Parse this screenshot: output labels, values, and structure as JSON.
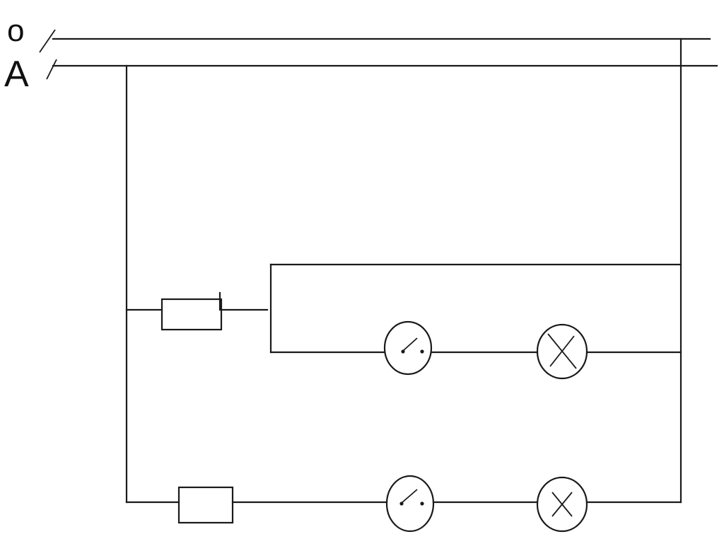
{
  "labels": {
    "neutral": "o",
    "phase": "A"
  },
  "colors": {
    "line": "#1a1a1a",
    "background": "#ffffff"
  },
  "components": {
    "fuses": [
      "fuse",
      "fuse"
    ],
    "switches": [
      "switch",
      "switch"
    ],
    "lamps": [
      "lamp",
      "lamp"
    ]
  }
}
